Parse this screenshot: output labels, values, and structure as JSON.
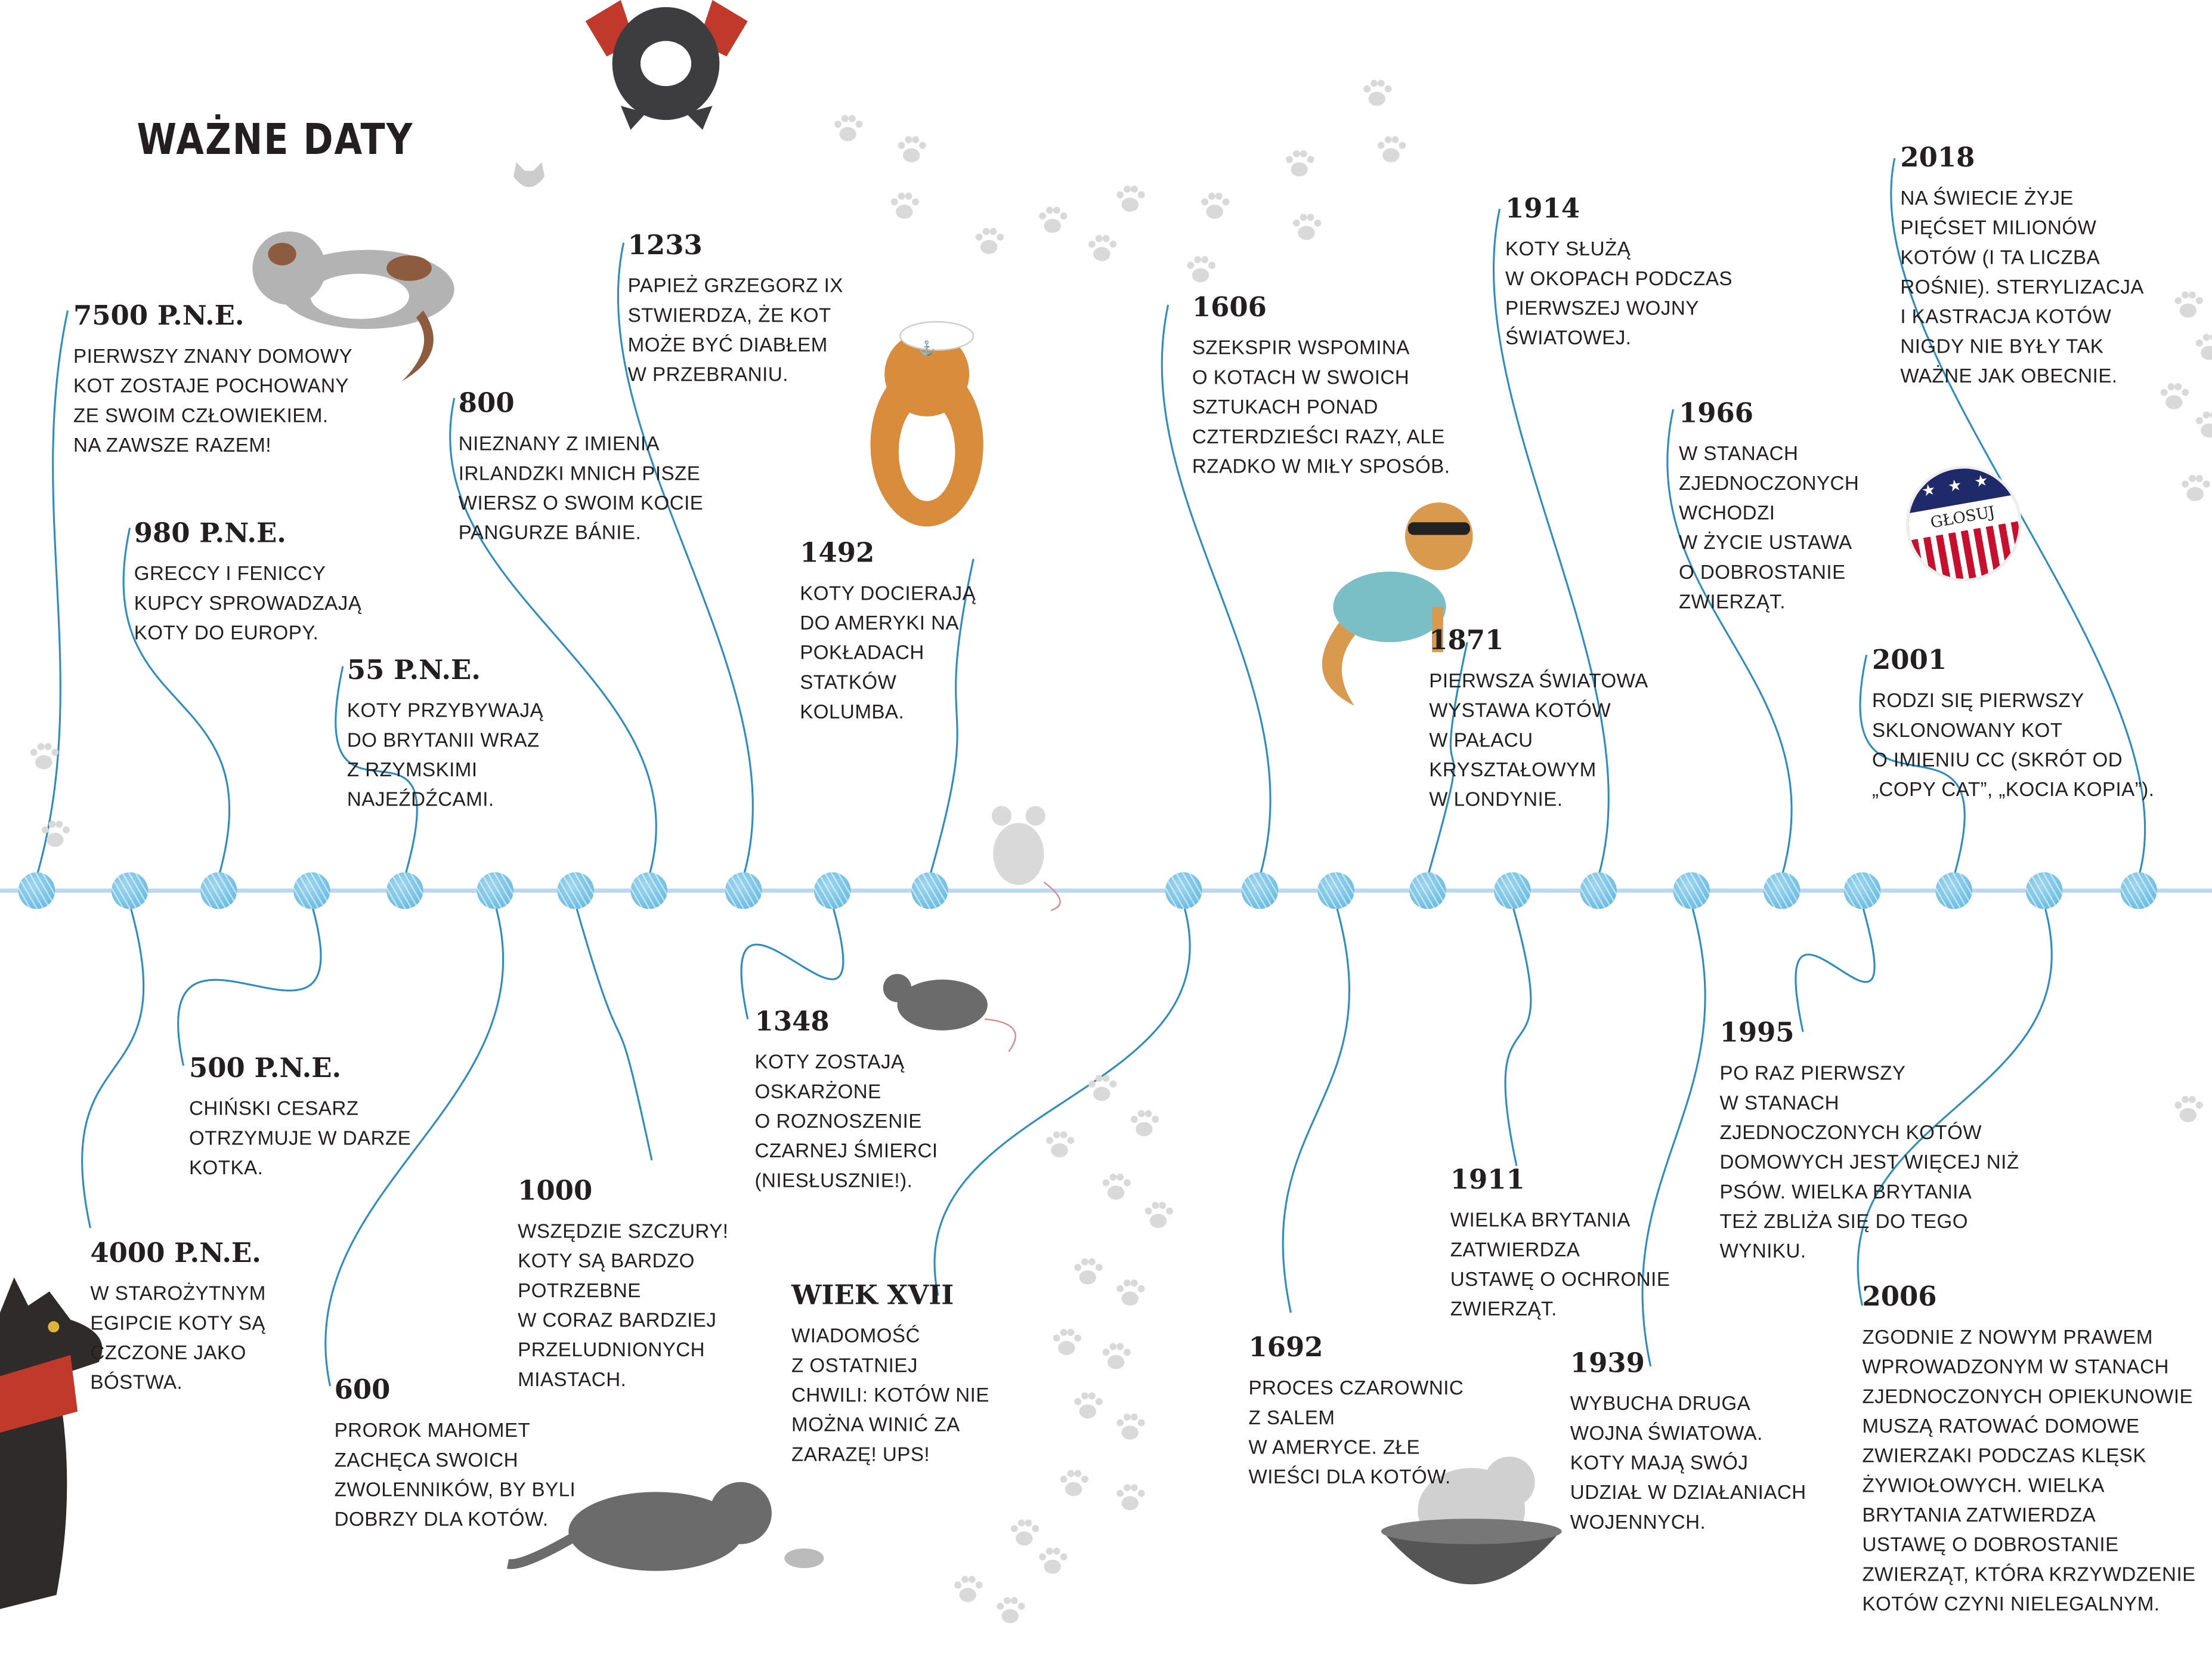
{
  "title": "WAŻNE DATY",
  "colors": {
    "string": "#2b8cc4",
    "yarn": "#5ab4dd",
    "timeline": "#b8d9ee",
    "paw": "#d9d9d9",
    "text": "#231f20"
  },
  "vote_badge": {
    "stars": "★ ★ ★",
    "label": "GŁOSUJ"
  },
  "above": [
    {
      "year": "7500 P.N.E.",
      "text": "PIERWSZY ZNANY DOMOWY\nKOT ZOSTAJE POCHOWANY\nZE SWOIM CZŁOWIEKIEM.\nNA ZAWSZE RAZEM!"
    },
    {
      "year": "980 P.N.E.",
      "text": "GRECCY I FENICCY\nKUPCY SPROWADZAJĄ\nKOTY DO EUROPY."
    },
    {
      "year": "55 P.N.E.",
      "text": "KOTY PRZYBYWAJĄ\nDO BRYTANII WRAZ\nZ RZYMSKIMI\nNAJEŹDŹCAMI."
    },
    {
      "year": "800",
      "text": "NIEZNANY Z IMIENIA\nIRLANDZKI MNICH PISZE\nWIERSZ O SWOIM KOCIE\nPANGURZE BÁNIE."
    },
    {
      "year": "1233",
      "text": "PAPIEŻ GRZEGORZ IX\nSTWIERDZA, ŻE KOT\nMOŻE BYĆ DIABŁEM\nW PRZEBRANIU."
    },
    {
      "year": "1492",
      "text": "KOTY DOCIERAJĄ\nDO AMERYKI NA\nPOKŁADACH\nSTATKÓW\nKOLUMBA."
    },
    {
      "year": "1606",
      "text": "SZEKSPIR WSPOMINA\nO KOTACH W SWOICH\nSZTUKACH PONAD\nCZTERDZIEŚCI RAZY, ALE\nRZADKO W MIŁY SPOSÓB."
    },
    {
      "year": "1914",
      "text": "KOTY SŁUŻĄ\nW OKOPACH PODCZAS\nPIERWSZEJ WOJNY\nŚWIATOWEJ."
    },
    {
      "year": "1871",
      "text": "PIERWSZA ŚWIATOWA\nWYSTAWA KOTÓW\nW PAŁACU\nKRYSZTAŁOWYM\nW LONDYNIE."
    },
    {
      "year": "1966",
      "text": "W STANACH\nZJEDNOCZONYCH\nWCHODZI\nW ŻYCIE USTAWA\nO DOBROSTANIE\nZWIERZĄT."
    },
    {
      "year": "2018",
      "text": "NA ŚWIECIE ŻYJE\nPIĘĆSET MILIONÓW\nKOTÓW (I TA LICZBA\nROŚNIE). STERYLIZACJA\nI KASTRACJA KOTÓW\nNIGDY NIE BYŁY TAK\nWAŻNE JAK OBECNIE."
    },
    {
      "year": "2001",
      "text": "RODZI SIĘ PIERWSZY\nSKLONOWANY KOT\nO IMIENIU CC (SKRÓT OD\n„COPY CAT”, „KOCIA KOPIA”)."
    }
  ],
  "below": [
    {
      "year": "500 P.N.E.",
      "text": "CHIŃSKI CESARZ\nOTRZYMUJE W DARZE\nKOTKA."
    },
    {
      "year": "4000 P.N.E.",
      "text": "W STAROŻYTNYM\nEGIPCIE KOTY SĄ\nCZCZONE JAKO\nBÓSTWA."
    },
    {
      "year": "600",
      "text": "PROROK MAHOMET\nZACHĘCA SWOICH\nZWOLENNIKÓW, BY BYLI\nDOBRZY DLA KOTÓW."
    },
    {
      "year": "1000",
      "text": "WSZĘDZIE SZCZURY!\nKOTY SĄ BARDZO\nPOTRZEBNE\nW CORAZ BARDZIEJ\nPRZELUDNIONYCH\nMIASTACH."
    },
    {
      "year": "1348",
      "text": "KOTY ZOSTAJĄ\nOSKARŻONE\nO ROZNOSZENIE\nCZARNEJ ŚMIERCI\n(NIESŁUSZNIE!)."
    },
    {
      "year": "WIEK XVII",
      "text": "WIADOMOŚĆ\nZ OSTATNIEJ\nCHWILI: KOTÓW NIE\nMOŻNA WINIĆ ZA\nZARAZĘ! UPS!"
    },
    {
      "year": "1692",
      "text": "PROCES CZAROWNIC\nZ SALEM\nW AMERYCE. ZŁE\nWIEŚCI DLA KOTÓW."
    },
    {
      "year": "1911",
      "text": "WIELKA BRYTANIA\nZATWIERDZA\nUSTAWĘ O OCHRONIE\nZWIERZĄT."
    },
    {
      "year": "1939",
      "text": "WYBUCHA DRUGA\nWOJNA ŚWIATOWA.\nKOTY MAJĄ SWÓJ\nUDZIAŁ W DZIAŁANIACH\nWOJENNYCH."
    },
    {
      "year": "1995",
      "text": "PO RAZ PIERWSZY\nW STANACH\nZJEDNOCZONYCH KOTÓW\nDOMOWYCH JEST WIĘCEJ NIŻ\nPSÓW. WIELKA BRYTANIA\nTEŻ ZBLIŻA SIĘ DO TEGO\nWYNIKU."
    },
    {
      "year": "2006",
      "text": "ZGODNIE Z NOWYM PRAWEM\nWPROWADZONYM W STANACH\nZJEDNOCZONYCH OPIEKUNOWIE\nMUSZĄ RATOWAĆ DOMOWE\nZWIERZAKI PODCZAS KLĘSK\nŻYWIOŁOWYCH. WIELKA\nBRYTANIA ZATWIERDZA\nUSTAWĘ O DOBROSTANIE\nZWIERZĄT, KTÓRA KRZYWDZENIE\nKOTÓW CZYNI NIELEGALNYM."
    }
  ]
}
